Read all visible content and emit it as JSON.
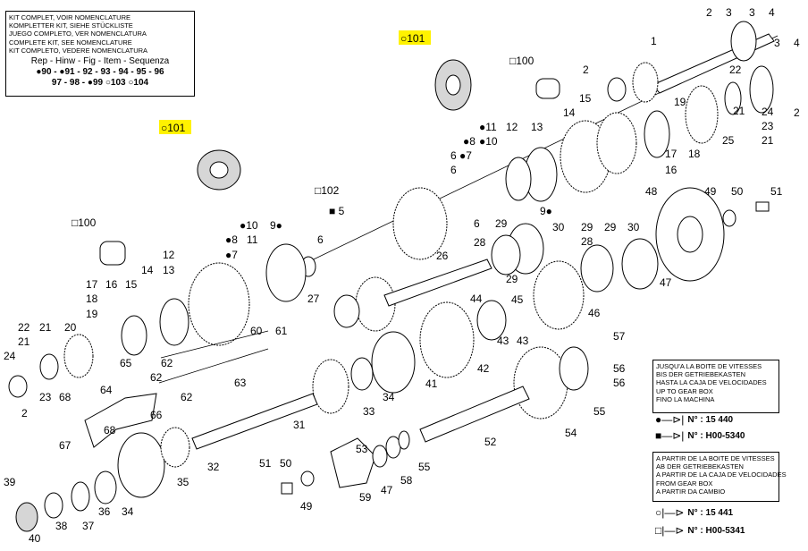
{
  "kit_box": {
    "lines": [
      "KIT COMPLET, VOIR NOMENCLATURE",
      "KOMPLETTER KIT, SIEHE STÜCKLISTE",
      "JUEGO COMPLETO, VER NOMENCLATURA",
      "COMPLETE KIT, SEE NOMENCLATURE",
      "KIT COMPLETO, VEDERE NOMENCLATURA"
    ],
    "sequence_title": "Rep - Hinw - Fig - Item - Sequenza",
    "sequence_row1": "●90 - ●91 - 92 - 93 - 94 - 95 - 96",
    "sequence_row2": "97 - 98 - ●99 ○103 ○104"
  },
  "until_box": {
    "lines": [
      "JUSQU'A LA BOITE DE VITESSES",
      "BIS DER GETRIEBEKASTEN",
      "HASTA LA CAJA DE VELOCIDADES",
      "UP TO GEAR BOX",
      "FINO LA MACHINA"
    ]
  },
  "from_box": {
    "lines": [
      "A PARTIR DE LA BOITE DE VITESSES",
      "AB DER GETRIEBEKASTEN",
      "A PARTIR DE LA CAJA DE VELOCIDADES",
      "FROM GEAR BOX",
      "A PARTIR DA CAMBIO"
    ]
  },
  "legend": [
    {
      "symbol": "●—⊳|",
      "label": "N° : 15 440"
    },
    {
      "symbol": "■—⊳|",
      "label": "N° : H00-5340"
    },
    {
      "symbol": "○|—⊳",
      "label": "N° : 15 441"
    },
    {
      "symbol": "□|—⊳",
      "label": "N° : H00-5341"
    }
  ],
  "colors": {
    "highlight": "#fff200",
    "line": "#000000"
  },
  "callouts": [
    {
      "id": "c-101a",
      "text": "○101",
      "highlight": true
    },
    {
      "id": "c-101b",
      "text": "○101",
      "highlight": true
    },
    {
      "id": "c-100a",
      "text": "□100"
    },
    {
      "id": "c-100b",
      "text": "□100"
    },
    {
      "id": "c-102",
      "text": "□102"
    },
    {
      "id": "c-5",
      "text": "■ 5"
    },
    {
      "id": "c-1",
      "text": "1"
    },
    {
      "id": "c-2a",
      "text": "2"
    },
    {
      "id": "c-3a",
      "text": "3"
    },
    {
      "id": "c-3b",
      "text": "3"
    },
    {
      "id": "c-4a",
      "text": "4"
    },
    {
      "id": "c-2b",
      "text": "2"
    },
    {
      "id": "c-3c",
      "text": "3"
    },
    {
      "id": "c-4b",
      "text": "4"
    },
    {
      "id": "c-2c",
      "text": "2"
    },
    {
      "id": "c-22",
      "text": "22"
    },
    {
      "id": "c-19",
      "text": "19"
    },
    {
      "id": "c-24",
      "text": "24"
    },
    {
      "id": "c-21a",
      "text": "21"
    },
    {
      "id": "c-23",
      "text": "23"
    },
    {
      "id": "c-21b",
      "text": "21"
    },
    {
      "id": "c-25",
      "text": "25"
    },
    {
      "id": "c-17",
      "text": "17"
    },
    {
      "id": "c-18",
      "text": "18"
    },
    {
      "id": "c-16",
      "text": "16"
    },
    {
      "id": "c-15",
      "text": "15"
    },
    {
      "id": "c-14",
      "text": "14"
    },
    {
      "id": "c-13",
      "text": "13"
    },
    {
      "id": "c-12",
      "text": "12"
    },
    {
      "id": "c-11",
      "text": "●11"
    },
    {
      "id": "c-8",
      "text": "●8"
    },
    {
      "id": "c-10",
      "text": "●10"
    },
    {
      "id": "c-7",
      "text": "●7"
    },
    {
      "id": "c-6a",
      "text": "6"
    },
    {
      "id": "c-6b",
      "text": "6"
    },
    {
      "id": "c-9",
      "text": "9●"
    },
    {
      "id": "c-48",
      "text": "48"
    },
    {
      "id": "c-49",
      "text": "49"
    },
    {
      "id": "c-50",
      "text": "50"
    },
    {
      "id": "c-51",
      "text": "51"
    },
    {
      "id": "c-6c",
      "text": "6"
    },
    {
      "id": "c-29a",
      "text": "29"
    },
    {
      "id": "c-30a",
      "text": "30"
    },
    {
      "id": "c-28a",
      "text": "28"
    },
    {
      "id": "c-29b",
      "text": "29"
    },
    {
      "id": "c-29c",
      "text": "29"
    },
    {
      "id": "c-30b",
      "text": "30"
    },
    {
      "id": "c-28b",
      "text": "28"
    },
    {
      "id": "c-26",
      "text": "26"
    },
    {
      "id": "c-47a",
      "text": "47"
    },
    {
      "id": "c-l10",
      "text": "●10"
    },
    {
      "id": "c-l9",
      "text": "9●"
    },
    {
      "id": "c-l8",
      "text": "●8"
    },
    {
      "id": "c-l11",
      "text": "11"
    },
    {
      "id": "c-l6",
      "text": "6"
    },
    {
      "id": "c-l7",
      "text": "●7"
    },
    {
      "id": "c-l12",
      "text": "12"
    },
    {
      "id": "c-l14",
      "text": "14"
    },
    {
      "id": "c-l13",
      "text": "13"
    },
    {
      "id": "c-l17",
      "text": "17"
    },
    {
      "id": "c-l16",
      "text": "16"
    },
    {
      "id": "c-l15",
      "text": "15"
    },
    {
      "id": "c-l18",
      "text": "18"
    },
    {
      "id": "c-l19",
      "text": "19"
    },
    {
      "id": "c-l22",
      "text": "22"
    },
    {
      "id": "c-l21a",
      "text": "21"
    },
    {
      "id": "c-l20",
      "text": "20"
    },
    {
      "id": "c-l21b",
      "text": "21"
    },
    {
      "id": "c-l24",
      "text": "24"
    },
    {
      "id": "c-l23",
      "text": "23"
    },
    {
      "id": "c-l2",
      "text": "2"
    },
    {
      "id": "c-27",
      "text": "27"
    },
    {
      "id": "c-44",
      "text": "44"
    },
    {
      "id": "c-45",
      "text": "45"
    },
    {
      "id": "c-46",
      "text": "46"
    },
    {
      "id": "c-43a",
      "text": "43"
    },
    {
      "id": "c-43b",
      "text": "43"
    },
    {
      "id": "c-57",
      "text": "57"
    },
    {
      "id": "c-60",
      "text": "60"
    },
    {
      "id": "c-61",
      "text": "61"
    },
    {
      "id": "c-65",
      "text": "65"
    },
    {
      "id": "c-62a",
      "text": "62"
    },
    {
      "id": "c-64",
      "text": "64"
    },
    {
      "id": "c-62b",
      "text": "62"
    },
    {
      "id": "c-62c",
      "text": "62"
    },
    {
      "id": "c-63",
      "text": "63"
    },
    {
      "id": "c-68a",
      "text": "68"
    },
    {
      "id": "c-66",
      "text": "66"
    },
    {
      "id": "c-68b",
      "text": "68"
    },
    {
      "id": "c-67",
      "text": "67"
    },
    {
      "id": "c-42",
      "text": "42"
    },
    {
      "id": "c-41",
      "text": "41"
    },
    {
      "id": "c-34a",
      "text": "34"
    },
    {
      "id": "c-33",
      "text": "33"
    },
    {
      "id": "c-31",
      "text": "31"
    },
    {
      "id": "c-56a",
      "text": "56"
    },
    {
      "id": "c-56b",
      "text": "56"
    },
    {
      "id": "c-55a",
      "text": "55"
    },
    {
      "id": "c-54",
      "text": "54"
    },
    {
      "id": "c-52",
      "text": "52"
    },
    {
      "id": "c-32",
      "text": "32"
    },
    {
      "id": "c-35",
      "text": "35"
    },
    {
      "id": "c-39",
      "text": "39"
    },
    {
      "id": "c-36",
      "text": "36"
    },
    {
      "id": "c-34b",
      "text": "34"
    },
    {
      "id": "c-38",
      "text": "38"
    },
    {
      "id": "c-37",
      "text": "37"
    },
    {
      "id": "c-40",
      "text": "40"
    },
    {
      "id": "c-51b",
      "text": "51"
    },
    {
      "id": "c-50b",
      "text": "50"
    },
    {
      "id": "c-49b",
      "text": "49"
    },
    {
      "id": "c-59",
      "text": "59"
    },
    {
      "id": "c-53",
      "text": "53"
    },
    {
      "id": "c-58",
      "text": "58"
    },
    {
      "id": "c-55b",
      "text": "55"
    },
    {
      "id": "c-47b",
      "text": "47"
    }
  ]
}
